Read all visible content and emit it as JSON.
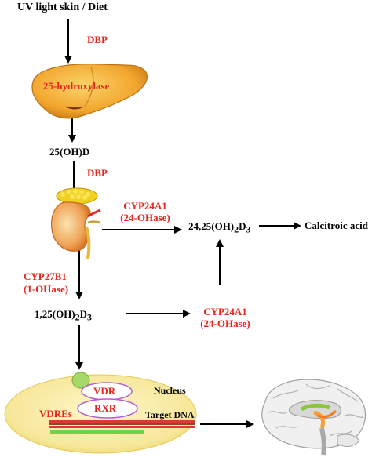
{
  "nodes": {
    "source": "UV light skin / Diet",
    "dbp_top": "DBP",
    "liver_enzyme": "25-hydroxylase",
    "ohd": "25(OH)D",
    "dbp_mid": "DBP",
    "cyp24a1_top": {
      "line1": "CYP24A1",
      "line2": "(24-OHase)"
    },
    "metabolite_24_25": {
      "prefix": "24,25(OH)",
      "sub1": "2",
      "mid": "D",
      "sub2": "3"
    },
    "calcitroic": "Calcitroic acid",
    "cyp27b1": {
      "line1": "CYP27B1",
      "line2": "(1-OHase)"
    },
    "calcitriol": {
      "prefix": "1,25(OH)",
      "sub1": "2",
      "mid": "D",
      "sub2": "3"
    },
    "cyp24a1_bottom": {
      "line1": "CYP24A1",
      "line2": "(24-OHase)"
    },
    "nucleus": "Nucleus",
    "vdr": "VDR",
    "rxr": "RXR",
    "vdres": "VDREs",
    "target_dna": "Target DNA"
  },
  "colors": {
    "enzyme_red": "#e8251c",
    "liver": "#f2a62e",
    "nucleus": "#f6e79a",
    "vdr_ball": "#a6d86a",
    "membrane": "#b85cd6"
  }
}
